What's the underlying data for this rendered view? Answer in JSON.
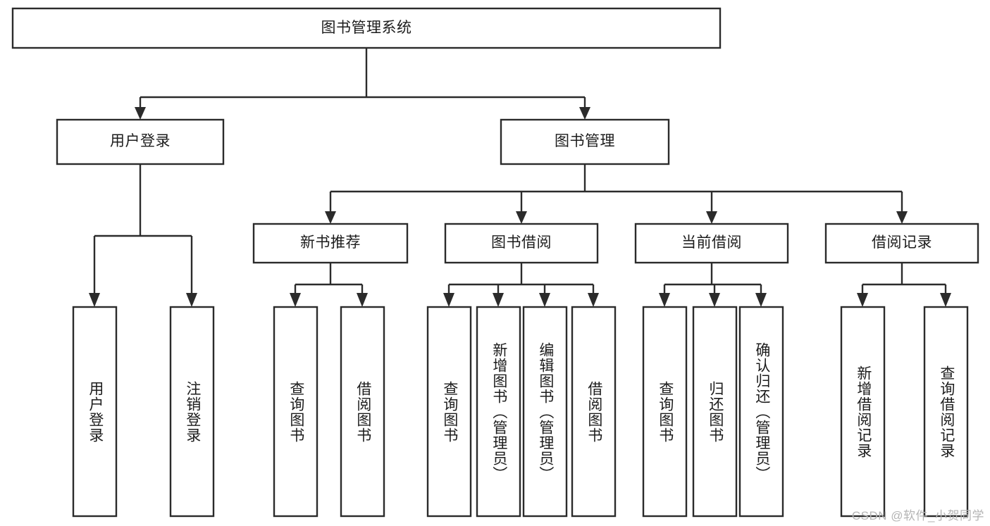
{
  "diagram": {
    "type": "tree-hierarchy",
    "orientation": "top-down",
    "root": {
      "label": "图书管理系统"
    },
    "level2": [
      {
        "label": "用户登录"
      },
      {
        "label": "图书管理"
      }
    ],
    "level3": [
      {
        "label": "新书推荐"
      },
      {
        "label": "图书借阅"
      },
      {
        "label": "当前借阅"
      },
      {
        "label": "借阅记录"
      }
    ],
    "leaves": [
      {
        "label": "用户登录",
        "parent": "用户登录"
      },
      {
        "label": "注销登录",
        "parent": "用户登录"
      },
      {
        "label": "查询图书",
        "parent": "新书推荐"
      },
      {
        "label": "借阅图书",
        "parent": "新书推荐"
      },
      {
        "label": "查询图书",
        "parent": "图书借阅"
      },
      {
        "label": "新增图书（管理员）",
        "parent": "图书借阅"
      },
      {
        "label": "编辑图书（管理员）",
        "parent": "图书借阅"
      },
      {
        "label": "借阅图书",
        "parent": "图书借阅"
      },
      {
        "label": "查询图书",
        "parent": "当前借阅"
      },
      {
        "label": "归还图书",
        "parent": "当前借阅"
      },
      {
        "label": "确认归还（管理员）",
        "parent": "当前借阅"
      },
      {
        "label": "新增借阅记录",
        "parent": "借阅记录"
      },
      {
        "label": "查询借阅记录",
        "parent": "借阅记录"
      }
    ]
  },
  "watermark": {
    "text": "CSDN @软件_小贺同学"
  },
  "colors": {
    "stroke": "#2b2b2b",
    "fill": "#ffffff",
    "text": "#1c1c1c",
    "watermark": "#b4b4b4"
  }
}
